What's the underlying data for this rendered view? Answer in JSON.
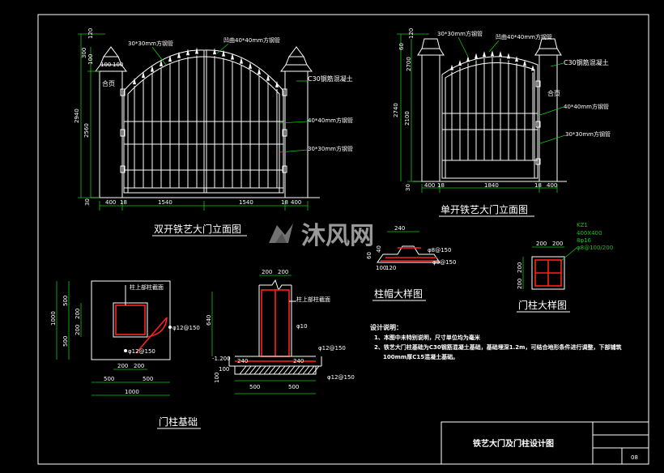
{
  "titles": {
    "double_gate": "双开铁艺大门立面图",
    "single_gate": "单开铁艺大门立面图",
    "cap_detail": "柱帽大样图",
    "column_detail": "门柱大样图",
    "foundation": "门柱基础",
    "drawing_title": "铁艺大门及门柱设计图",
    "sheet_no": "08"
  },
  "watermark": "沐风网",
  "double_gate": {
    "top_dims": [
      "30*30mm方钢管",
      "凹曲40*40mm方钢管"
    ],
    "right_labels": [
      "C30钢筋混凝土",
      "40*40mm方钢管",
      "30*30mm方钢管"
    ],
    "left_dims": [
      "120",
      "300",
      "100",
      "2940",
      "2560",
      "30"
    ],
    "small_dims": [
      "100",
      "100"
    ],
    "hinge_label": "合页",
    "bottom_dims": [
      "400",
      "18",
      "1540",
      "1540",
      "18",
      "400"
    ]
  },
  "single_gate": {
    "top_dims": [
      "30*30mm方钢管",
      "凹曲40*40mm方钢管"
    ],
    "right_labels": [
      "C30钢筋混凝土",
      "合页",
      "40*40mm方钢管",
      "30*30mm方钢管"
    ],
    "left_dims": [
      "120",
      "60",
      "2700",
      "2740",
      "2100",
      "30"
    ],
    "bottom_dims": [
      "400",
      "18",
      "1840",
      "18",
      "400"
    ]
  },
  "cap": {
    "dims": [
      "240",
      "60",
      "40",
      "100",
      "120"
    ],
    "rebar": [
      "φ8@150",
      "φ8@150"
    ]
  },
  "column": {
    "label": "KZ1",
    "spec": [
      "400X400",
      "8φ16",
      "φ8@100/200"
    ],
    "dims_top": [
      "200",
      "200"
    ],
    "dims_left": [
      "200",
      "200"
    ]
  },
  "foundation_plan": {
    "dims_left": [
      "1000",
      "500",
      "500",
      "200",
      "200"
    ],
    "dims_bottom": [
      "200",
      "200",
      "500",
      "500",
      "1000"
    ],
    "label_top": "柱上部柱截面",
    "rebar": [
      "φ12@150",
      "φ12@150"
    ]
  },
  "foundation_section": {
    "dims_top": [
      "200",
      "200"
    ],
    "dims_left": [
      "640",
      "100"
    ],
    "dims_bottom": [
      "240",
      "240",
      "500",
      "500",
      "100"
    ],
    "elevation": "-1.200",
    "labels": [
      "柱上部柱截面",
      "φ10",
      "φ12@150",
      "φ12@150"
    ]
  },
  "notes": {
    "title": "设计说明：",
    "items": [
      "1、本图中未特别说明，尺寸单位均为毫米",
      "2、铁艺大门柱基础为C30钢筋混凝土基础，基础埋深1.2m，可结合地形条件进行调整，下部铺筑",
      "100mm厚C15混凝土基础。"
    ]
  }
}
